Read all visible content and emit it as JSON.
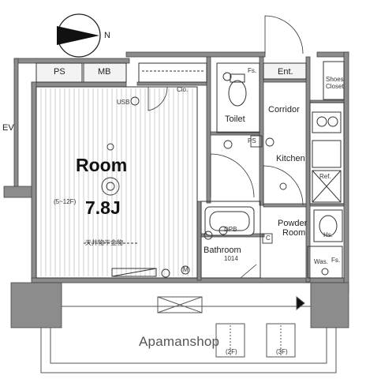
{
  "compass": {
    "label": "N"
  },
  "labels": {
    "ps_top": "PS",
    "mb": "MB",
    "clo": "Clo.",
    "fs": "Fs.",
    "ent": "Ent.",
    "shoes_line1": "Shoes",
    "shoes_line2": "Closet",
    "toilet": "Toilet",
    "corridor": "Corridor",
    "ev": "EV",
    "ps_mid": "PS",
    "kitchen": "Kitchen",
    "ref": "Ref.",
    "room": "Room",
    "room_size": "7.8J",
    "powder_line1": "Powder",
    "powder_line2": "Room",
    "hs": "Hs.",
    "bathroom": "Bathroom",
    "bath_size": "1014",
    "wasi": "Was.",
    "fs2": "Fs.",
    "dpb": "DPB",
    "usb": "USB",
    "c_box": "C",
    "m_mark": "M",
    "floor_note": "(5~12F)",
    "ceiling_note": "天井物干金物",
    "f2": "(2F)",
    "f3": "(3F)",
    "watermark": "Apamanshop"
  }
}
